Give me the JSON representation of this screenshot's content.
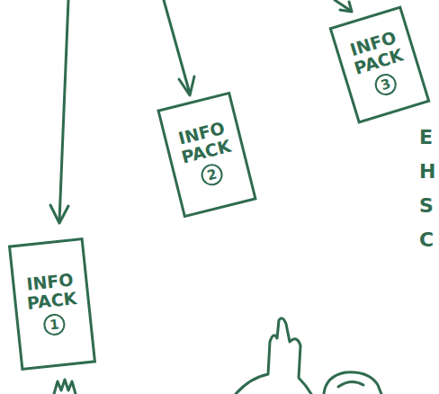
{
  "diagram": {
    "nodes": [
      {
        "text": [
          "INFO PACK",
          "1"
        ]
      },
      {
        "text": [
          "INFO PACK",
          "2"
        ]
      },
      {
        "text": [
          "INFO PACK",
          "3"
        ]
      }
    ],
    "labels": [
      "E",
      "H",
      "S",
      "C"
    ]
  }
}
